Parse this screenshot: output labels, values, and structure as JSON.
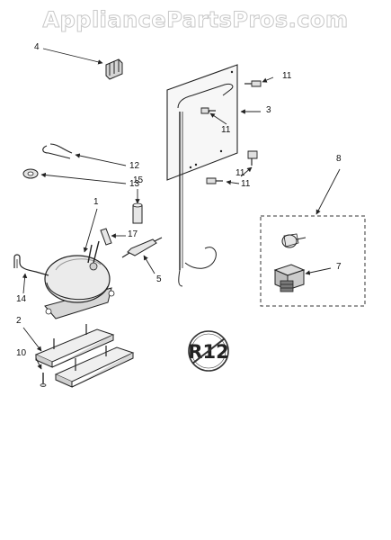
{
  "watermark": "AppliancePartsPros.com",
  "badge": "R12",
  "callouts": [
    "4",
    "11",
    "3",
    "11",
    "11",
    "11",
    "12",
    "13",
    "8",
    "15",
    "1",
    "17",
    "5",
    "7",
    "14",
    "2",
    "10"
  ],
  "colors": {
    "line": "#222222",
    "part_fill": "#e6e6e6",
    "shade": "#bdbdbd",
    "watermark_stroke": "#c9c9c9"
  }
}
